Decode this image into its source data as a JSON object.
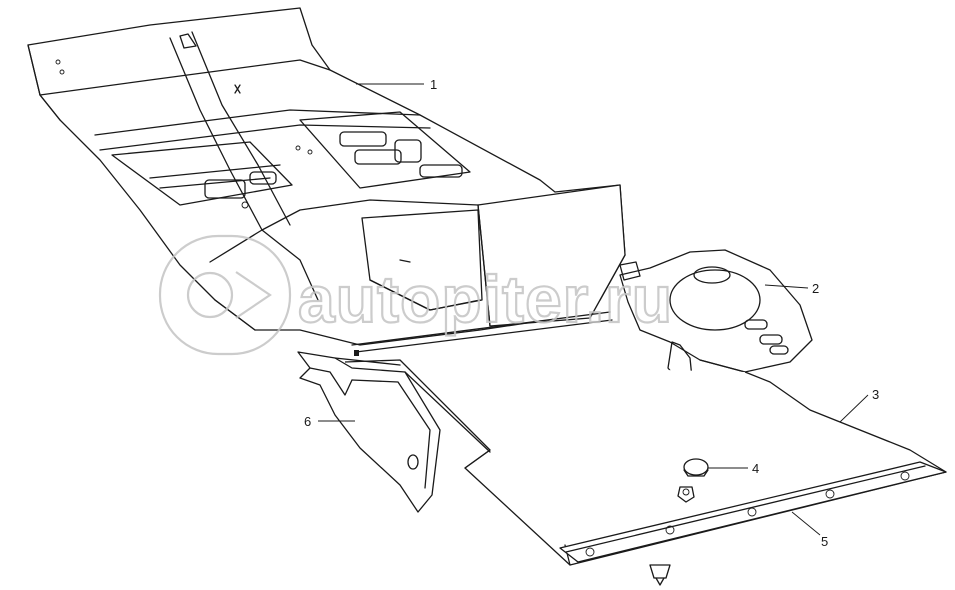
{
  "watermark": {
    "text": "autopiter.ru"
  },
  "callouts": [
    {
      "id": "callout-1",
      "label": "1"
    },
    {
      "id": "callout-2",
      "label": "2"
    },
    {
      "id": "callout-3",
      "label": "3"
    },
    {
      "id": "callout-4",
      "label": "4"
    },
    {
      "id": "callout-5",
      "label": "5"
    },
    {
      "id": "callout-6",
      "label": "6"
    }
  ]
}
